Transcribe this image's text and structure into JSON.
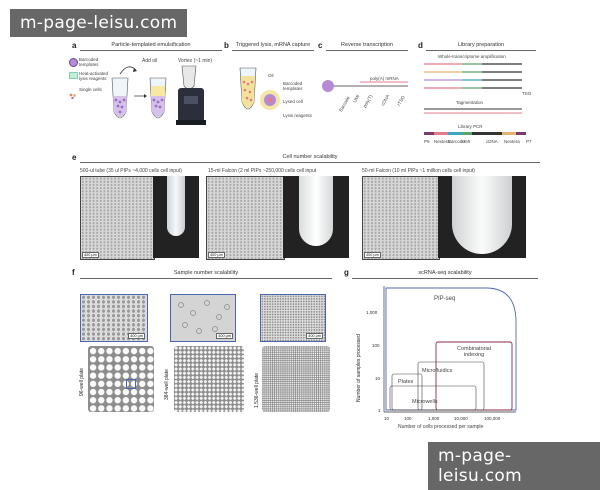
{
  "watermark": "m-page-leisu.com",
  "panel_a": {
    "label": "a",
    "title": "Particle-templated emulsification",
    "legend": [
      "Barcoded templates",
      "Heat-activated lysis reagents",
      "Single cells"
    ],
    "steps": [
      "Add oil",
      "Vortex (~1 min)"
    ]
  },
  "panel_b": {
    "label": "b",
    "title": "Triggered lysis, mRNA capture",
    "labels": [
      "Oil",
      "Barcoded templates",
      "Lysed cell",
      "Lysis reagents"
    ]
  },
  "panel_c": {
    "label": "c",
    "title": "Reverse transcription",
    "mrna": "poly(A) mRNA",
    "labels": [
      "Barcode",
      "UMI",
      "poly(T)",
      "cDNA",
      "rTSO"
    ]
  },
  "panel_d": {
    "label": "d",
    "title": "Library preparation",
    "step1": "Whole-transcriptome amplification",
    "tso": "TSO",
    "step2": "Tagmentation",
    "step3": "Library PCR",
    "parts": [
      "P5",
      "Nextera",
      "Barcode",
      "UMI",
      "cDNA",
      "Nextera",
      "P7"
    ]
  },
  "panel_e": {
    "label": "e",
    "title": "Cell number scalability",
    "captions": [
      "500-ul tube (35 ul PIPs ~4,000 cells cell input)",
      "15-ml Falcon (2 ml PIPs ~250,000 cells cell input",
      "50-ml Falcon (10 ml PIPs ~1 million cells cell input)"
    ],
    "scale": "400 μm"
  },
  "panel_f": {
    "label": "f",
    "title": "Sample number scalability",
    "plates": [
      "96-well plate",
      "384-well plate",
      "1,536-well plate"
    ],
    "scale": "400 μm"
  },
  "panel_g": {
    "label": "g",
    "title": "scRNA-seq scalability",
    "ylabel": "Number of samples processed",
    "xlabel": "Number of cells processed per sample",
    "yticks": [
      "1,000",
      "100",
      "10",
      "1"
    ],
    "xticks": [
      "10",
      "100",
      "1,000",
      "10,000",
      "100,000"
    ],
    "regions": [
      "PIP-seq",
      "Combinatorial indexing",
      "Microfluidics",
      "Plates",
      "Microwells"
    ],
    "colors": {
      "pip": "#5468b0",
      "comb": "#8a2a4a",
      "other": "#444444"
    }
  }
}
